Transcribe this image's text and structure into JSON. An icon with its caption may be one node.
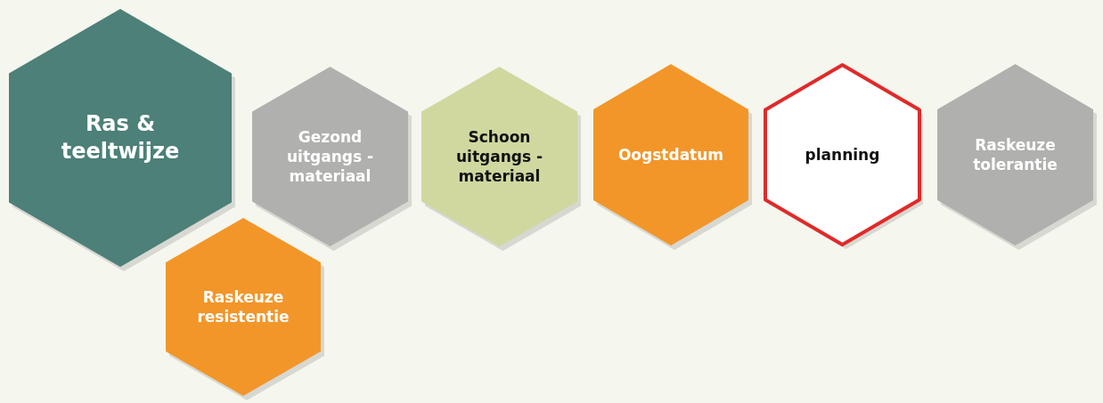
{
  "diagram": {
    "nodes": [
      {
        "text": [
          "Ras & teeltwijze"
        ]
      },
      {
        "text": [
          "Gezond uitgangs - materiaal"
        ]
      },
      {
        "text": [
          "Schoon uitgangs - materiaal"
        ]
      },
      {
        "text": [
          "Oogstdatum"
        ]
      },
      {
        "text": [
          "planning"
        ]
      },
      {
        "text": [
          "Raskeuze tolerantie"
        ]
      },
      {
        "text": [
          "Raskeuze resistentie"
        ]
      }
    ]
  }
}
